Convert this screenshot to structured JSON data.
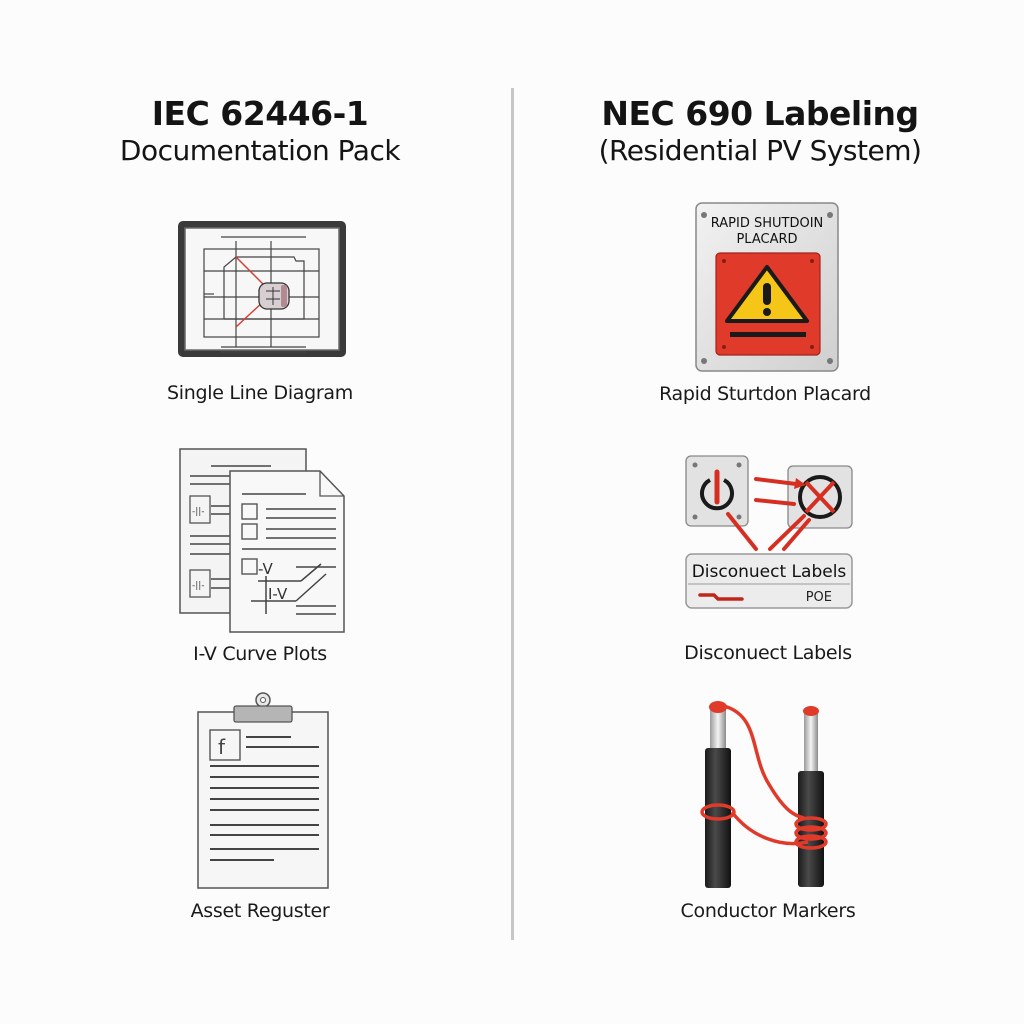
{
  "left_column": {
    "title": "IEC 62446-1",
    "subtitle": "Documentation Pack",
    "items": [
      {
        "label": "Single Line Diagram",
        "icon": "single-line-diagram-icon"
      },
      {
        "label": "I-V Curve Plots",
        "icon": "iv-curve-documents-icon"
      },
      {
        "label": "Asset Reguster",
        "icon": "clipboard-register-icon"
      }
    ]
  },
  "right_column": {
    "title": "NEC 690 Labeling",
    "subtitle": "(Residential PV System)",
    "items": [
      {
        "label": "Rapid Sturtdon Placard",
        "icon": "rapid-shutdown-placard-icon",
        "placard_text_line1": "RAPID SHUTDOIN",
        "placard_text_line2": "PLACARD"
      },
      {
        "label": "Disconuect Labels",
        "icon": "disconnect-labels-icon",
        "label_plate_text": "Disconuect Labels",
        "label_plate_code": "POE"
      },
      {
        "label": "Conductor Markers",
        "icon": "conductor-markers-icon"
      }
    ]
  },
  "iv_doc": {
    "text1": "-V",
    "text2": "I-V"
  },
  "colors": {
    "background": "#fcfcfc",
    "divider": "#c6c6c6",
    "accent_red": "#e03a2a",
    "warning_yellow": "#f5c518",
    "dark": "#2b2b2b"
  }
}
